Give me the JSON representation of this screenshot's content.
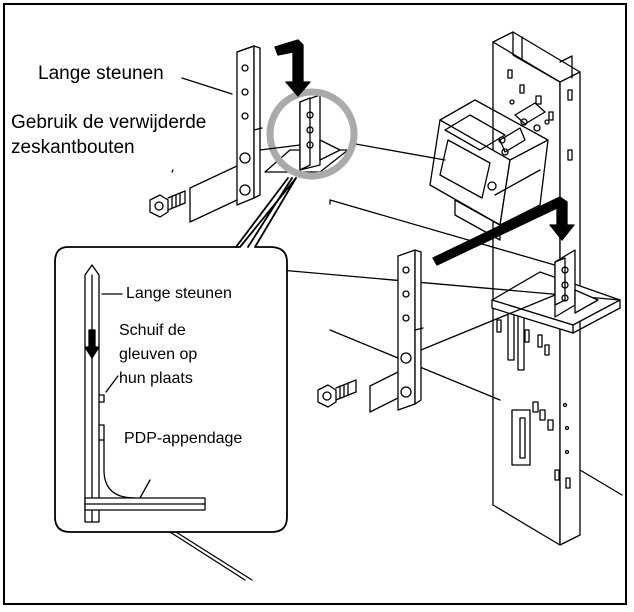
{
  "labels": {
    "long_supports_top": "Lange steunen",
    "reuse_bolts_line1": "Gebruik de verwijderde",
    "reuse_bolts_line2": "zeskantbouten",
    "long_supports_inset": "Lange steunen",
    "slide_grooves_line1": "Schuif de",
    "slide_grooves_line2": "gleuven op",
    "slide_grooves_line3": "hun plaats",
    "pdp_attachment": "PDP-appendage"
  },
  "colors": {
    "line": "#000000",
    "highlight_circle": "#aaaaaa",
    "background": "#ffffff"
  },
  "icons": {
    "arrow_down_main": "bent-arrow-down",
    "arrow_down_right": "bent-arrow-down",
    "arrow_down_inset": "arrow-down"
  }
}
